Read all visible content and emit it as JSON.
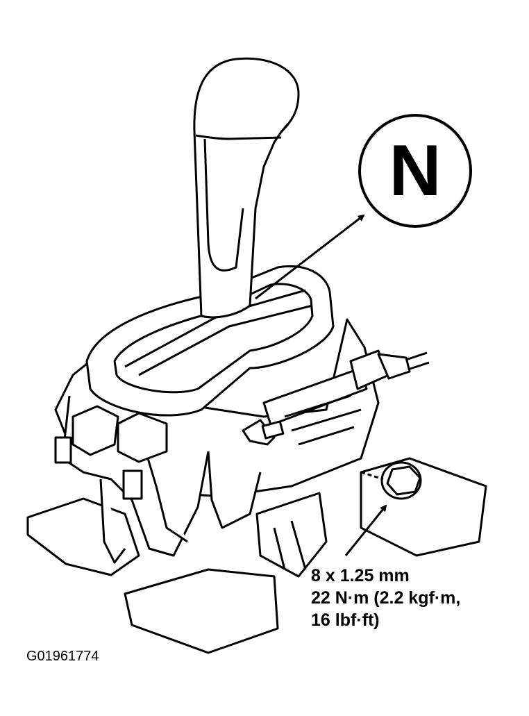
{
  "callout": {
    "position_letter": "N"
  },
  "fastener_spec": {
    "size": "8 x 1.25 mm",
    "torque_line_1": "22 N·m (2.2 kgf·m,",
    "torque_line_2": "16 lbf·ft)"
  },
  "figure_id": "G01961774",
  "colors": {
    "line": "#000000",
    "background": "#ffffff"
  }
}
